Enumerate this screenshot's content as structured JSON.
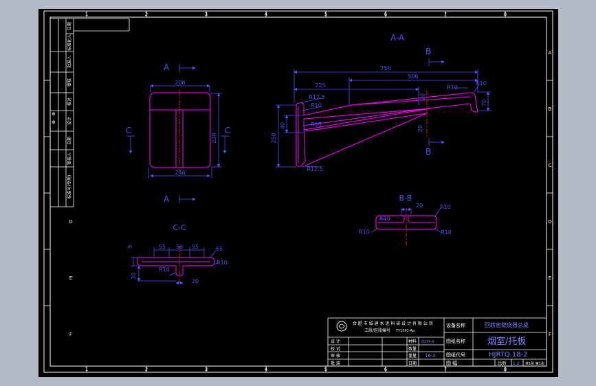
{
  "colors": {
    "background": "#b3bcc6",
    "sheet": "#000000",
    "frame": "#ffffff",
    "part": "#ff00ff",
    "dimension": "#5050ff",
    "center_line": "#ff2020",
    "title_text": "#8080ff"
  },
  "border": {
    "top_numbers": [
      "1",
      "2",
      "3",
      "4",
      "5",
      "6",
      "7",
      "8"
    ],
    "bottom_numbers": [
      "1",
      "2",
      "3",
      "4",
      "5",
      "6",
      "7",
      "8"
    ],
    "side_letters": [
      "A",
      "B",
      "C",
      "D",
      "E",
      "F"
    ]
  },
  "side_table": {
    "labels": [
      "日期",
      "标准化人",
      "批准人",
      "审核",
      "校对",
      "设计",
      "日期",
      "审核人",
      "标准号(专用)"
    ],
    "logo": "⊕"
  },
  "views": {
    "front": {
      "section_mark": "A",
      "side_mark": "C",
      "dims": {
        "top_width": "208",
        "height": "230",
        "bottom_width": "246"
      }
    },
    "section_aa": {
      "title": "A-A",
      "section_mark": "B",
      "dims": {
        "overall": "750",
        "mid": "506",
        "near": "225",
        "r_top_left": "R12.5",
        "r_left_a": "R10",
        "r_left_b": "R10",
        "r_bottom": "R12.5",
        "r_tip_a": "R10",
        "r_tip_b": "R10",
        "height_left": "250",
        "height_inner": "40",
        "height_tip": "70",
        "angle_a": "20",
        "angle_b": "20"
      }
    },
    "section_bb": {
      "title": "B-B",
      "dims": {
        "width": "20",
        "r1": "R10",
        "r2": "R10",
        "r3": "R10",
        "r4": "R10"
      }
    },
    "section_cc": {
      "title": "C-C",
      "dims": {
        "a": "55",
        "b": "56",
        "c": "55",
        "offset": "65",
        "thickness": "5",
        "r1": "R10",
        "r2": "R10",
        "height": "30",
        "stem": "20"
      }
    }
  },
  "title_block": {
    "company": "合 肥 市 城 建 水 泥 科 研 设 计 有 限 公 司",
    "job_label": "工段/区段编号",
    "job_value": "TY1591-Ap",
    "rows": [
      "设 计",
      "校 对",
      "审 核",
      "批 准"
    ],
    "material_label": "材料",
    "material_value": "Q235-A",
    "qty_label": "数量",
    "weight_label": "重量",
    "weight_value": "16.2",
    "date_label": "日期",
    "equipment_label": "设备名称",
    "equipment_value": "回转窑燃烧器总成",
    "drawing_name_label": "图纸名称",
    "drawing_name_value": "烟室/托板",
    "drawing_code_label": "图纸代号",
    "drawing_code_value": "HJRTQ.18-2",
    "sheet_label": "图 幅",
    "scale_label": "比例",
    "scale_value": "1:2",
    "page_value": "共1张 第1张"
  }
}
